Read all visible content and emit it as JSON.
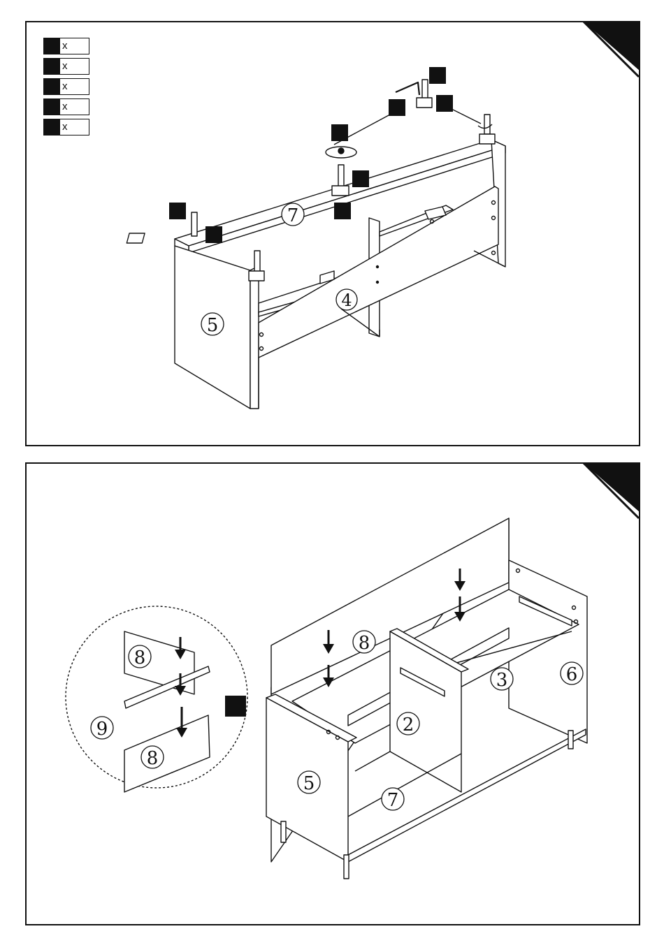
{
  "step_top": {
    "legend": [
      {
        "qty_text": "x"
      },
      {
        "qty_text": "x"
      },
      {
        "qty_text": "x"
      },
      {
        "qty_text": "x"
      },
      {
        "qty_text": "x"
      }
    ],
    "part_labels": {
      "top_panel": "7",
      "side_panel": "5",
      "rail": "4"
    }
  },
  "step_bottom": {
    "part_labels": {
      "back_panel_left": "8",
      "detail_back_top": "8",
      "detail_back_bottom": "8",
      "detail_connector": "9",
      "divider_rail": "2",
      "middle_rail": "3",
      "right_side": "6",
      "left_side": "5",
      "bottom_panel": "7"
    }
  },
  "colors": {
    "ink": "#111111",
    "panel_bg": "#ffffff"
  }
}
